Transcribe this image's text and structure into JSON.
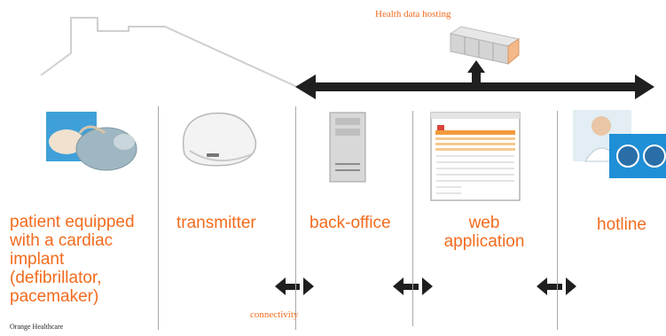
{
  "hosting_label": "Health data hosting",
  "connectivity_label": "connectivity",
  "footer": "Orange Healthcare",
  "columns": [
    {
      "label": "patient equipped with a cardiac implant (defibrillator, pacemaker)",
      "icon": "patient-implant-icon"
    },
    {
      "label": "transmitter",
      "icon": "transmitter-icon"
    },
    {
      "label": "back-office",
      "icon": "server-tower-icon"
    },
    {
      "label": "web application",
      "icon": "web-app-screenshot-icon"
    },
    {
      "label": "hotline",
      "icon": "hotline-operator-icon"
    }
  ],
  "colors": {
    "accent": "#f26b1d",
    "arrow": "#1f1f1f",
    "divider": "#a9a9a9"
  }
}
